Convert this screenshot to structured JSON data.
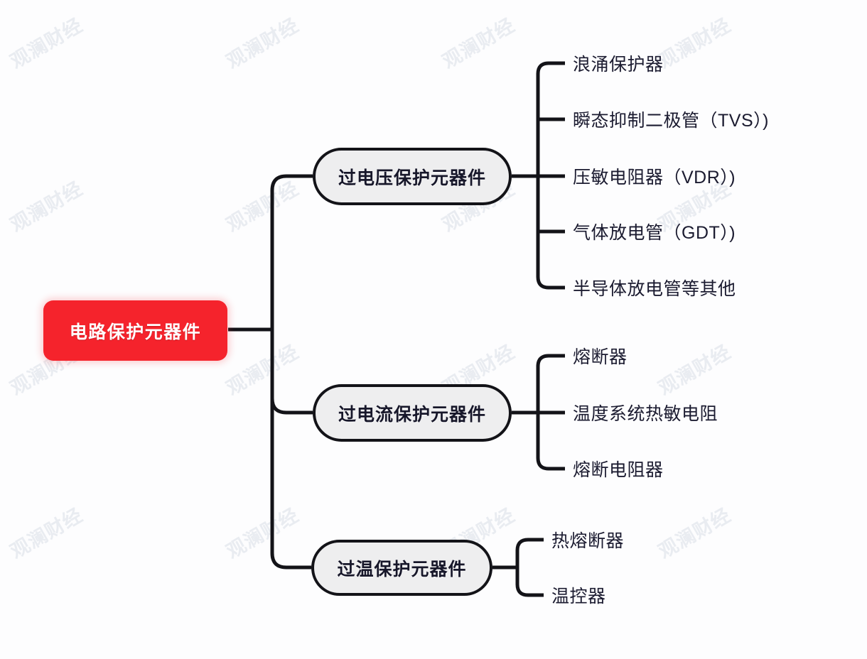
{
  "diagram": {
    "type": "mind-map",
    "title": "电路保护元器件",
    "orientation": "left-to-right",
    "colors": {
      "root_fill": "#f5232c",
      "root_text": "#ffffff",
      "branch_fill": "#eeeeef",
      "branch_border": "#131318",
      "leaf_text": "#1b1b30",
      "connector": "#131318",
      "background": "#fdfdfe",
      "watermark": "#e9ecf1"
    },
    "root": {
      "label": "电路保护元器件"
    },
    "branches": [
      {
        "label": "过电压保护元器件",
        "leaves": [
          {
            "label": "浪涌保护器"
          },
          {
            "label": "瞬态抑制二极管（TVS）)"
          },
          {
            "label": "压敏电阻器（VDR）)"
          },
          {
            "label": "气体放电管（GDT）)"
          },
          {
            "label": "半导体放电管等其他"
          }
        ]
      },
      {
        "label": "过电流保护元器件",
        "leaves": [
          {
            "label": "熔断器"
          },
          {
            "label": "温度系统热敏电阻"
          },
          {
            "label": "熔断电阻器"
          }
        ]
      },
      {
        "label": "过温保护元器件",
        "leaves": [
          {
            "label": "热熔断器"
          },
          {
            "label": "温控器"
          }
        ]
      }
    ],
    "watermark": {
      "text": "观澜财经"
    }
  }
}
